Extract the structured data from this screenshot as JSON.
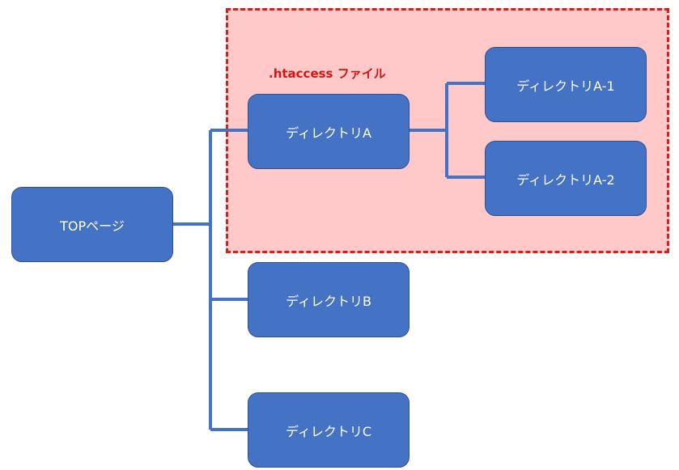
{
  "region": {
    "label": ".htaccess ファイル"
  },
  "nodes": {
    "top": "TOPページ",
    "dir_a": "ディレクトリA",
    "dir_a1": "ディレクトリA-1",
    "dir_a2": "ディレクトリA-2",
    "dir_b": "ディレクトリB",
    "dir_c": "ディレクトリC"
  },
  "colors": {
    "node_fill": "#4472c4",
    "node_border": "#2f528f",
    "connector": "#4472c4",
    "region_fill": "#ffc9c9",
    "region_border": "#d62020",
    "region_label": "#d61515"
  }
}
